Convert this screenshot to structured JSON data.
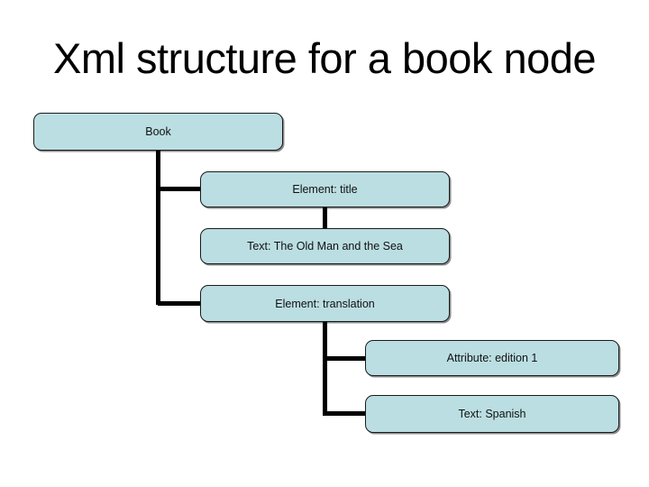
{
  "slide": {
    "title": "Xml structure for a book node"
  },
  "diagram": {
    "type": "tree",
    "nodes": [
      {
        "id": "book",
        "label": "Book",
        "parent": null
      },
      {
        "id": "element-title",
        "label": "Element: title",
        "parent": "book"
      },
      {
        "id": "text-title",
        "label": "Text: The Old Man and the Sea",
        "parent": "element-title"
      },
      {
        "id": "element-translation",
        "label": "Element: translation",
        "parent": "book"
      },
      {
        "id": "attribute-edition",
        "label": "Attribute: edition 1",
        "parent": "element-translation"
      },
      {
        "id": "text-spanish",
        "label": "Text: Spanish",
        "parent": "element-translation"
      }
    ],
    "colors": {
      "background": "#ffffff",
      "title_text": "#000000",
      "node_fill": "#bbdee2",
      "node_border": "#1a1a1a",
      "connector": "#000000"
    }
  }
}
